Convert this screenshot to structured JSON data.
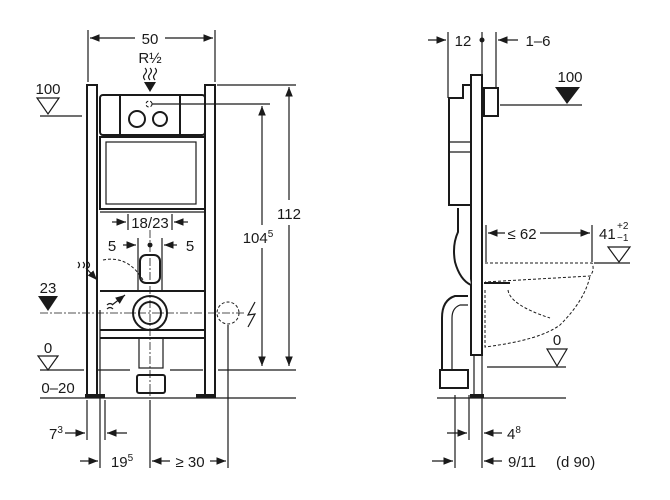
{
  "front_view": {
    "width_dim": "50",
    "water_inlet": "R½",
    "level_top": "100",
    "height_total": "112",
    "height_actuator_main": "104",
    "height_actuator_sup": "5",
    "spacing_center": "18/23",
    "spacing_left": "5",
    "spacing_right": "5",
    "level_drain": "23",
    "level_floor": "0",
    "floor_range": "0–20",
    "foot_offset_main": "7",
    "foot_offset_sup": "3",
    "drain_offset_main": "19",
    "drain_offset_sup": "5",
    "electric_offset": "≥ 30"
  },
  "side_view": {
    "depth_front": "12",
    "depth_panel": "1–6",
    "level_top": "100",
    "projection": "≤ 62",
    "seat_height": "41",
    "seat_tol_plus": "+2",
    "seat_tol_minus": "−1",
    "level_floor": "0",
    "frame_offset_main": "4",
    "frame_offset_sup": "8",
    "pipe_offset": "9/11",
    "pipe_diameter": "(d 90)"
  }
}
